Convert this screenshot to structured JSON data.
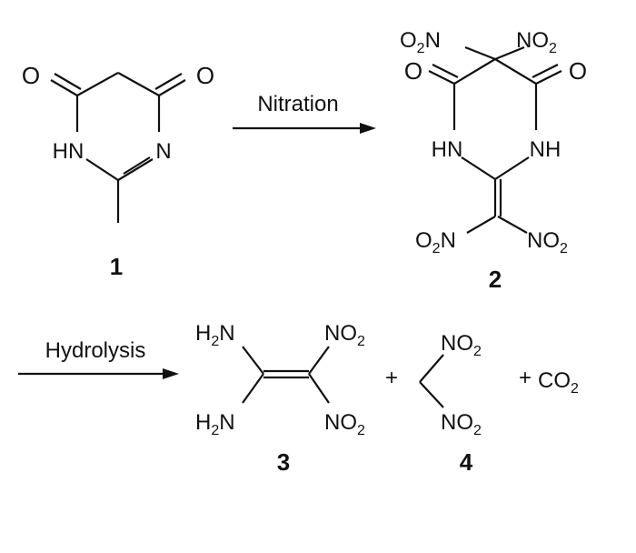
{
  "reaction": {
    "step1_label": "Nitration",
    "step2_label": "Hydrolysis",
    "plus_1": "+",
    "plus_2": "+"
  },
  "compound_1": {
    "number": "1",
    "atoms": {
      "o_left": "O",
      "o_right": "O",
      "nh": "HN",
      "n": "N"
    }
  },
  "compound_2": {
    "number": "2",
    "atoms": {
      "no2_top_left": "O2N",
      "no2_top_right": "NO2",
      "o_left": "O",
      "o_right": "O",
      "nh_left": "HN",
      "nh_right": "NH",
      "no2_bottom_left": "O2N",
      "no2_bottom_right": "NO2"
    }
  },
  "compound_3": {
    "number": "3",
    "atoms": {
      "h2n_top": "H2N",
      "h2n_bottom": "H2N",
      "no2_top": "NO2",
      "no2_bottom": "NO2"
    }
  },
  "compound_4": {
    "number": "4",
    "atoms": {
      "no2_top": "NO2",
      "no2_bottom": "NO2"
    }
  },
  "byproduct": {
    "formula": "CO2"
  }
}
